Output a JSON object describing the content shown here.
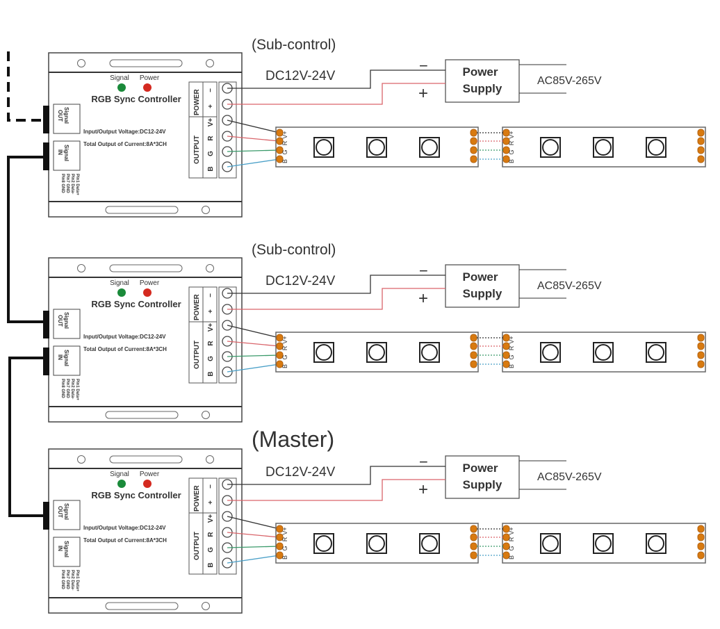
{
  "title": "RGB Sync Controller wiring diagram",
  "colors": {
    "signal_led": "#1a8a3a",
    "power_led": "#d42a20",
    "wire_black": "#333333",
    "wire_red": "#d9646a",
    "wire_green": "#3a9a6a",
    "wire_blue": "#4aa0c8",
    "pad": "#d87a10"
  },
  "controller": {
    "title": "RGB Sync Controller",
    "signal_led_label": "Signal",
    "power_led_label": "Power",
    "spec_voltage": "Input/Output Voltage:DC12-24V",
    "spec_current": "Total Output of Current:8A*3CH",
    "signal_out_label": "Signal OUT",
    "signal_in_label": "Signal IN",
    "pins": [
      "Pin1 Data+",
      "Pin2 Data-",
      "Pin7 GND",
      "Pin8 GND"
    ],
    "power_group_label": "POWER",
    "output_group_label": "OUTPUT",
    "terminals": [
      "−",
      "+",
      "V+",
      "R",
      "G",
      "B"
    ]
  },
  "power_supply": {
    "label_line1": "Power",
    "label_line2": "Supply",
    "dc_label": "DC12V-24V",
    "ac_label": "AC85V-265V",
    "minus": "−",
    "plus": "+"
  },
  "strip": {
    "pin_labels": [
      "V+",
      "R",
      "G",
      "B"
    ]
  },
  "rows": [
    {
      "role": "(Sub-control)",
      "has_signal_in": true,
      "has_signal_out": true
    },
    {
      "role": "(Sub-control)",
      "has_signal_in": true,
      "has_signal_out": true
    },
    {
      "role": "(Master)",
      "has_signal_in": false,
      "has_signal_out": true
    }
  ]
}
